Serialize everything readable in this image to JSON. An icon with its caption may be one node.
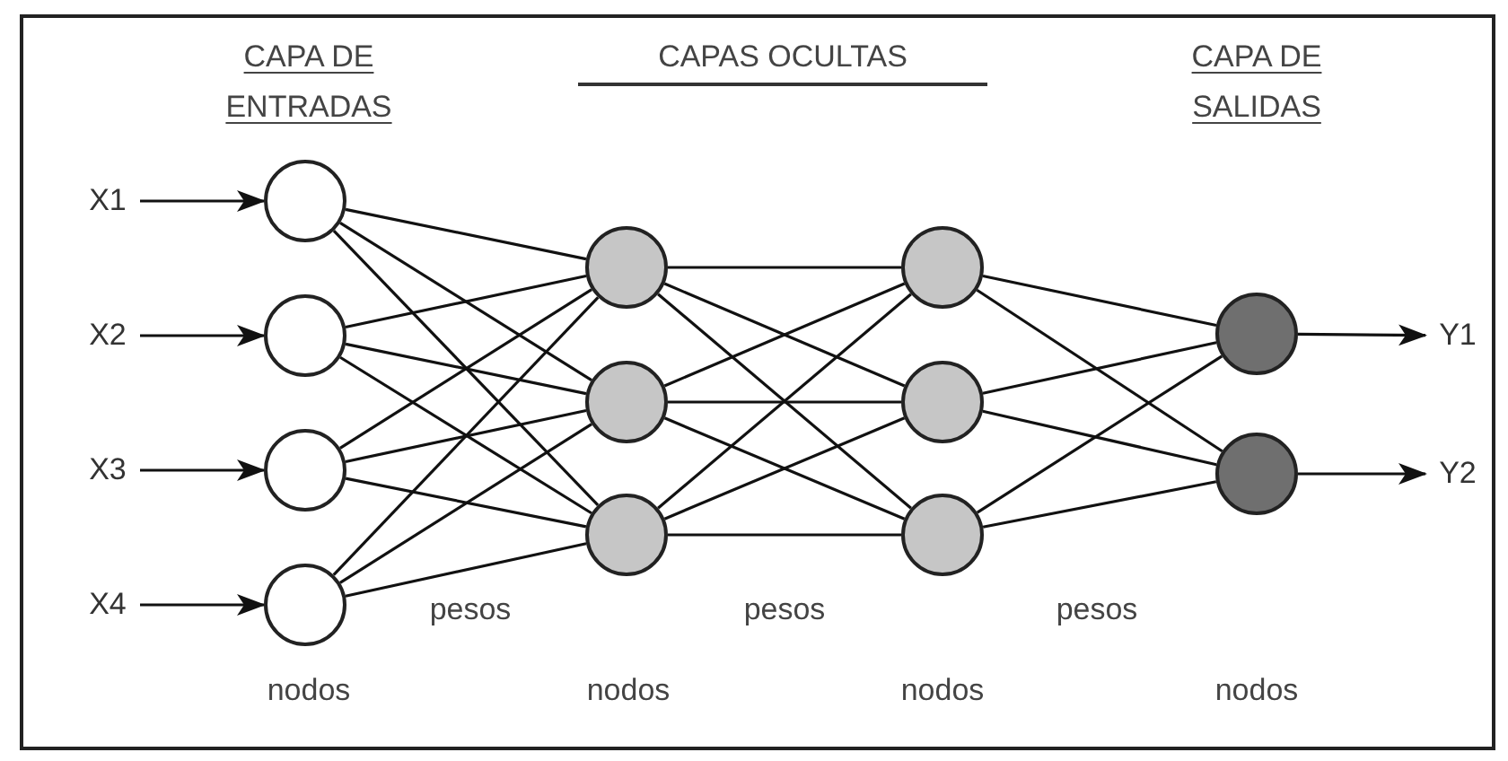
{
  "diagram": {
    "nodes": [
      {
        "text": [
          "X1"
        ]
      },
      {
        "text": [
          "X2"
        ]
      },
      {
        "text": [
          "X3"
        ]
      },
      {
        "text": [
          "X4"
        ]
      },
      {
        "text": [],
        "shape": "circle"
      },
      {
        "text": [],
        "shape": "circle"
      },
      {
        "text": [],
        "shape": "circle"
      },
      {
        "text": [],
        "shape": "circle"
      },
      {
        "text": [],
        "shape": "circle"
      },
      {
        "text": [],
        "shape": "circle"
      },
      {
        "text": [],
        "shape": "circle"
      },
      {
        "text": [],
        "shape": "circle"
      },
      {
        "text": [],
        "shape": "circle"
      },
      {
        "text": [],
        "shape": "circle"
      },
      {
        "text": [],
        "shape": "circle"
      },
      {
        "text": [],
        "shape": "circle"
      },
      {
        "text": [
          "Y1"
        ]
      },
      {
        "text": [
          "Y2"
        ]
      }
    ],
    "edges": [
      {
        "from": 0,
        "to": 4,
        "arrow": "to"
      },
      {
        "from": 1,
        "to": 5,
        "arrow": "to"
      },
      {
        "from": 2,
        "to": 6,
        "arrow": "to"
      },
      {
        "from": 3,
        "to": 7,
        "arrow": "to"
      },
      {
        "from": 4,
        "to": 8,
        "arrow": "none"
      },
      {
        "from": 4,
        "to": 9,
        "arrow": "none"
      },
      {
        "from": 4,
        "to": 10,
        "arrow": "none"
      },
      {
        "from": 5,
        "to": 8,
        "arrow": "none"
      },
      {
        "from": 5,
        "to": 9,
        "arrow": "none"
      },
      {
        "from": 5,
        "to": 10,
        "arrow": "none"
      },
      {
        "from": 6,
        "to": 8,
        "arrow": "none"
      },
      {
        "from": 6,
        "to": 9,
        "arrow": "none"
      },
      {
        "from": 6,
        "to": 10,
        "arrow": "none"
      },
      {
        "from": 7,
        "to": 8,
        "arrow": "none"
      },
      {
        "from": 7,
        "to": 9,
        "arrow": "none"
      },
      {
        "from": 7,
        "to": 10,
        "arrow": "none"
      },
      {
        "from": 8,
        "to": 11,
        "arrow": "none"
      },
      {
        "from": 8,
        "to": 12,
        "arrow": "none"
      },
      {
        "from": 8,
        "to": 13,
        "arrow": "none"
      },
      {
        "from": 9,
        "to": 11,
        "arrow": "none"
      },
      {
        "from": 9,
        "to": 12,
        "arrow": "none"
      },
      {
        "from": 9,
        "to": 13,
        "arrow": "none"
      },
      {
        "from": 10,
        "to": 11,
        "arrow": "none"
      },
      {
        "from": 10,
        "to": 12,
        "arrow": "none"
      },
      {
        "from": 10,
        "to": 13,
        "arrow": "none"
      },
      {
        "from": 11,
        "to": 14,
        "arrow": "none"
      },
      {
        "from": 11,
        "to": 15,
        "arrow": "none"
      },
      {
        "from": 12,
        "to": 14,
        "arrow": "none"
      },
      {
        "from": 12,
        "to": 15,
        "arrow": "none"
      },
      {
        "from": 13,
        "to": 14,
        "arrow": "none"
      },
      {
        "from": 13,
        "to": 15,
        "arrow": "none"
      },
      {
        "from": 14,
        "to": 16,
        "arrow": "to"
      },
      {
        "from": 15,
        "to": 17,
        "arrow": "to"
      }
    ],
    "labels": [
      "CAPA DE ENTRADAS",
      "CAPAS OCULTAS",
      "CAPA DE SALIDAS",
      "pesos",
      "pesos",
      "pesos",
      "nodos",
      "nodos",
      "nodos",
      "nodos"
    ]
  }
}
